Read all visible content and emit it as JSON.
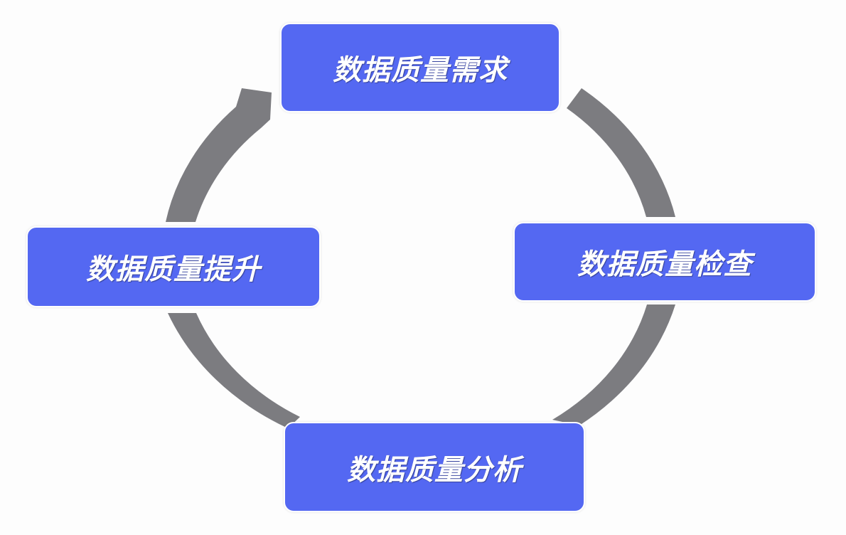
{
  "colors": {
    "node_fill": "#5468f2",
    "arrow_fill": "#7c7c80",
    "background": "#fdfdfd"
  },
  "nodes": [
    {
      "label": "数据质量需求"
    },
    {
      "label": "数据质量检查"
    },
    {
      "label": "数据质量分析"
    },
    {
      "label": "数据质量提升"
    }
  ]
}
